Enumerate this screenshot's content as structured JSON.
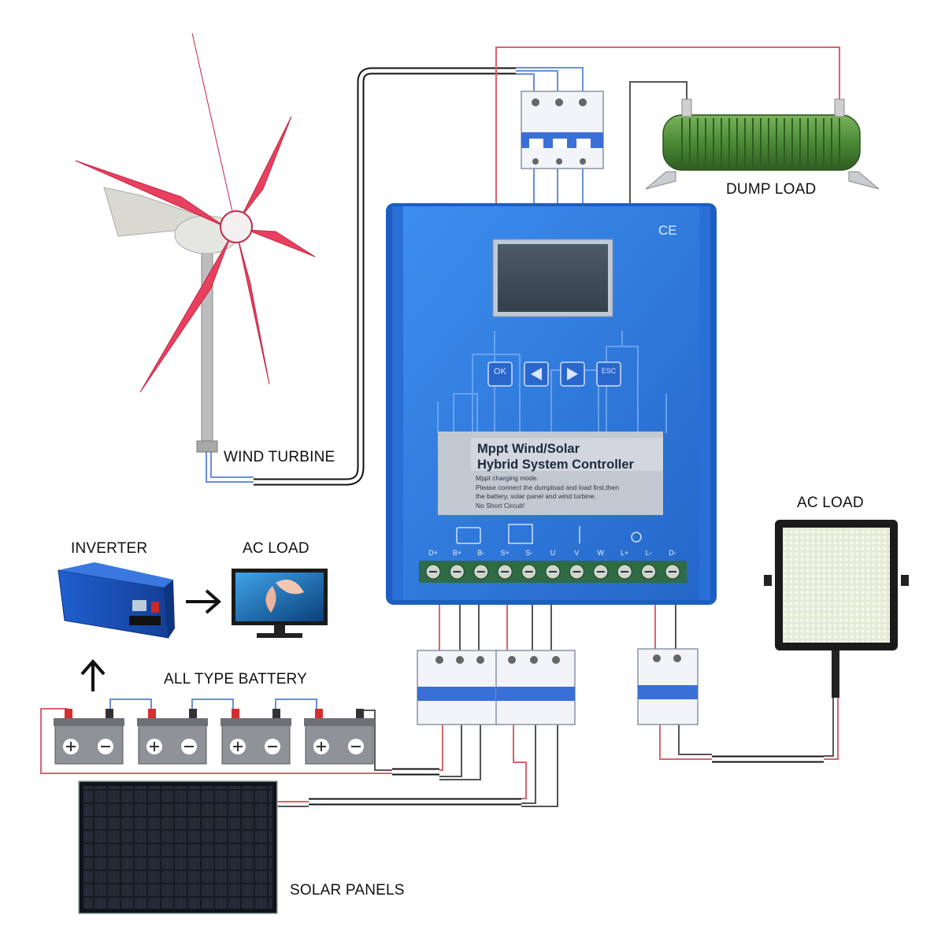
{
  "labels": {
    "wind_turbine": "WIND TURBINE",
    "dump_load": "DUMP LOAD",
    "ac_load_right": "AC LOAD",
    "inverter": "INVERTER",
    "ac_load_left": "AC LOAD",
    "battery": "ALL TYPE BATTERY",
    "solar_panels": "SOLAR PANELS"
  },
  "controller": {
    "title_line1": "Mppt Wind/Solar",
    "title_line2": "Hybrid System Controller",
    "note_line1": "Mppt charging mode.",
    "note_line2": "Please connect the dumpload and load first,then",
    "note_line3": "the battery, solar panel and wind turbine.",
    "note_line4": "No Short Circuit!",
    "mark": "CE",
    "buttons": {
      "ok": "OK",
      "esc": "ESC"
    },
    "terminals": [
      "D+",
      "B+",
      "B-",
      "S+",
      "S-",
      "U",
      "V",
      "W",
      "L+",
      "L-",
      "D-"
    ]
  },
  "colors": {
    "controller_blue": "#2f7fe0",
    "wire_red": "#d9646f",
    "wire_blue": "#6a8ee0",
    "turbine_blade": "#e8405e",
    "dump_load_green": "#4e8a3c",
    "terminal_green": "#2f6b46"
  }
}
